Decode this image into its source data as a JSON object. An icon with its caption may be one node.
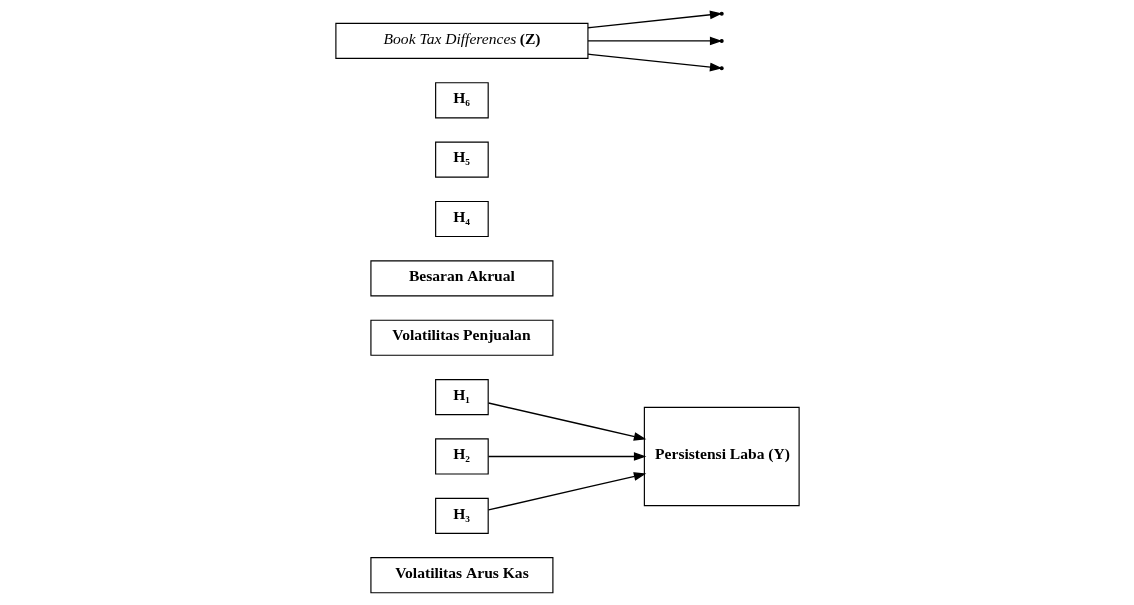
{
  "diagram": {
    "nodes": [
      {
        "text": [
          "Volatilitas Arus Kas"
        ]
      },
      {
        "text": [
          "H₁"
        ]
      },
      {
        "text": [
          "Volatilitas Penjualan"
        ]
      },
      {
        "text": [
          "H₂"
        ]
      },
      {
        "text": [
          "Besaran Akrual"
        ]
      },
      {
        "text": [
          "H₃"
        ]
      },
      {
        "text": [
          "Persistensi Laba (Y)"
        ]
      },
      {
        "text": [
          "H₄"
        ]
      },
      {
        "text": [
          "H₅"
        ]
      },
      {
        "text": [
          "H₆"
        ]
      },
      {
        "text": [
          "*Book Tax Differences* (Z)"
        ]
      }
    ],
    "edges": [
      {
        "from": 1,
        "to": 6,
        "arrow": "to"
      },
      {
        "from": 3,
        "to": 6,
        "arrow": "to"
      },
      {
        "from": 5,
        "to": 6,
        "arrow": "to"
      },
      {
        "from": 10,
        "to": null,
        "arrow": "to"
      },
      {
        "from": 10,
        "to": null,
        "arrow": "to"
      },
      {
        "from": 10,
        "to": null,
        "arrow": "to"
      }
    ]
  }
}
